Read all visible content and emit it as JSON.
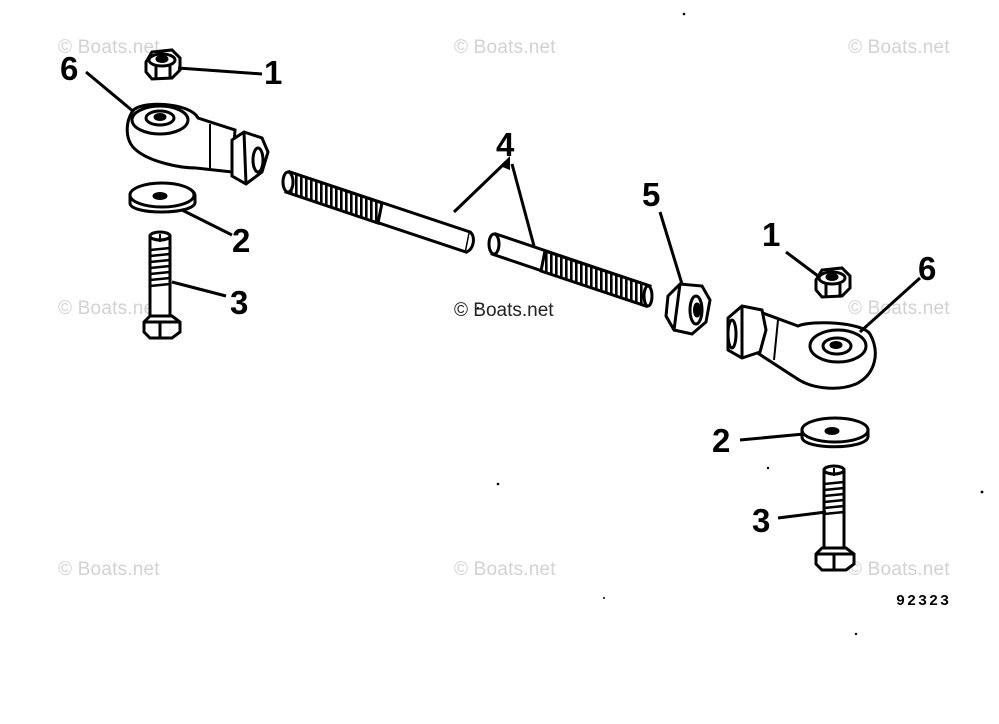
{
  "watermark": "© Boats.net",
  "callouts": {
    "nut_left": "1",
    "washer_left": "2",
    "bolt_left": "3",
    "rod": "4",
    "jam_nut": "5",
    "rod_end_left": "6",
    "nut_right": "1",
    "rod_end_right": "6",
    "washer_right": "2",
    "bolt_right": "3"
  },
  "document_number": "92323",
  "colors": {
    "ink": "#000000",
    "watermark": "#d2d2d2",
    "paper": "#ffffff"
  }
}
